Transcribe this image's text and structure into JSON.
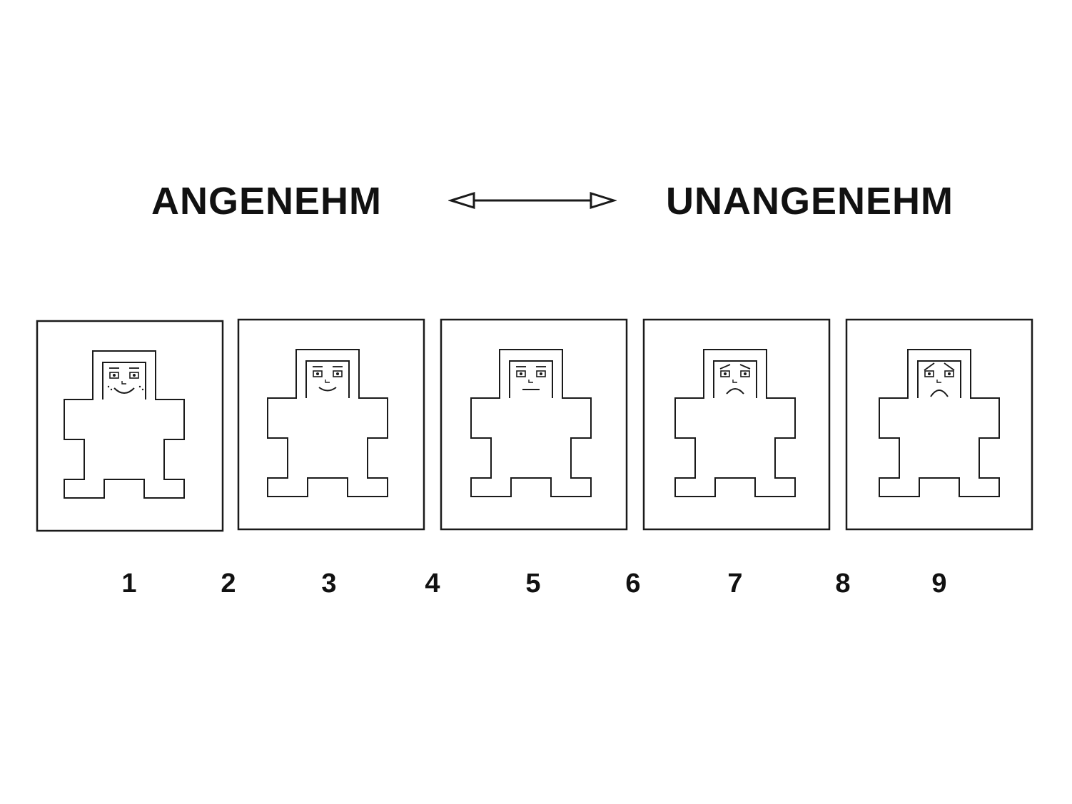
{
  "labels": {
    "left": "ANGENEHM",
    "right": "UNANGENEHM"
  },
  "arrow": {
    "icon": "double-headed-arrow-icon"
  },
  "figures": [
    {
      "mood": "smile-wide",
      "icon": "happy-figure-icon"
    },
    {
      "mood": "smile",
      "icon": "content-figure-icon"
    },
    {
      "mood": "neutral",
      "icon": "neutral-figure-icon"
    },
    {
      "mood": "frown",
      "icon": "unhappy-figure-icon"
    },
    {
      "mood": "frown-deep",
      "icon": "distressed-figure-icon"
    }
  ],
  "scale": [
    "1",
    "2",
    "3",
    "4",
    "5",
    "6",
    "7",
    "8",
    "9"
  ],
  "colors": {
    "line": "#1a1a1a",
    "background": "#ffffff"
  }
}
